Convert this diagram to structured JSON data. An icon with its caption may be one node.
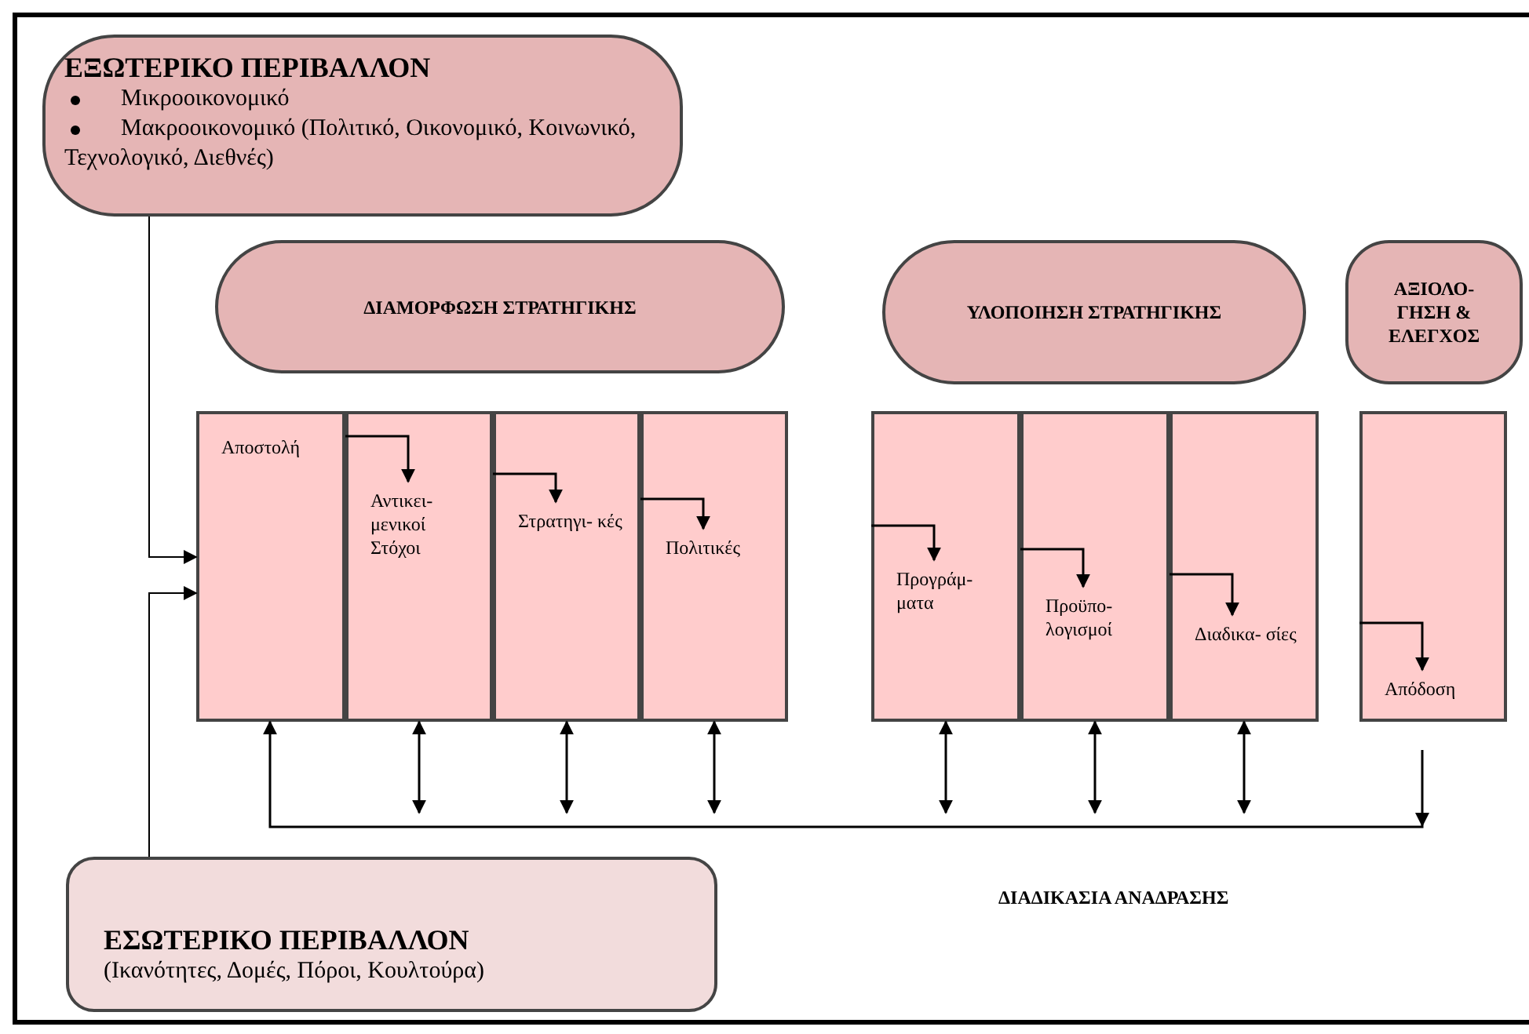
{
  "diagram": {
    "nodes": [
      {
        "text": [
          "ΕΞΩΤΕΡΙΚΟ ΠΕΡΙΒΑΛΛΟΝ",
          "Μικροοικονομικό",
          "Μακροοικονομικό (Πολιτικό, Οικονομικό, Κοινωνικό, Τεχνολογικό, Διεθνές)"
        ]
      },
      {
        "text": [
          "ΔΙΑΜΟΡΦΩΣΗ ΣΤΡΑΤΗΓΙΚΗΣ"
        ]
      },
      {
        "text": [
          "ΥΛΟΠΟΙΗΣΗ ΣΤΡΑΤΗΓΙΚΗΣ"
        ]
      },
      {
        "text": [
          "ΑΞΙΟΛΟ- ΓΗΣΗ & ΕΛΕΓΧΟΣ"
        ]
      },
      {
        "text": [
          "Αποστολή"
        ]
      },
      {
        "text": [
          "Αντικει- μενικοί Στόχοι"
        ]
      },
      {
        "text": [
          "Στρατηγι- κές"
        ]
      },
      {
        "text": [
          "Πολιτικές"
        ]
      },
      {
        "text": [
          "Προγράμ- ματα"
        ]
      },
      {
        "text": [
          "Προϋπο- λογισμοί"
        ]
      },
      {
        "text": [
          "Διαδικα- σίες"
        ]
      },
      {
        "text": [
          "Απόδοση"
        ]
      },
      {
        "text": [
          "ΕΣΩΤΕΡΙΚΟ ΠΕΡΙΒΑΛΛΟΝ",
          "(Ικανότητες, Δομές, Πόροι, Κουλτούρα)"
        ]
      }
    ],
    "edges": [
      {
        "from": 0,
        "to": 4,
        "arrow": "to"
      },
      {
        "from": 12,
        "to": 4,
        "arrow": "to"
      },
      {
        "from": 4,
        "to": 5,
        "arrow": "to"
      },
      {
        "from": 5,
        "to": 6,
        "arrow": "to"
      },
      {
        "from": 6,
        "to": 7,
        "arrow": "to"
      },
      {
        "from": null,
        "to": 8,
        "arrow": "to"
      },
      {
        "from": 8,
        "to": 9,
        "arrow": "to"
      },
      {
        "from": 9,
        "to": 10,
        "arrow": "to"
      },
      {
        "from": null,
        "to": 11,
        "arrow": "to"
      },
      {
        "from": 11,
        "to": 4,
        "arrow": "to"
      },
      {
        "from": null,
        "to": 5,
        "arrow": "both"
      },
      {
        "from": null,
        "to": 6,
        "arrow": "both"
      },
      {
        "from": null,
        "to": 7,
        "arrow": "both"
      },
      {
        "from": null,
        "to": 8,
        "arrow": "both"
      },
      {
        "from": null,
        "to": 9,
        "arrow": "both"
      },
      {
        "from": null,
        "to": 10,
        "arrow": "both"
      }
    ],
    "labels": [
      "ΔΙΑΔΙΚΑΣΙΑ ΑΝΑΔΡΑΣΗΣ"
    ]
  }
}
